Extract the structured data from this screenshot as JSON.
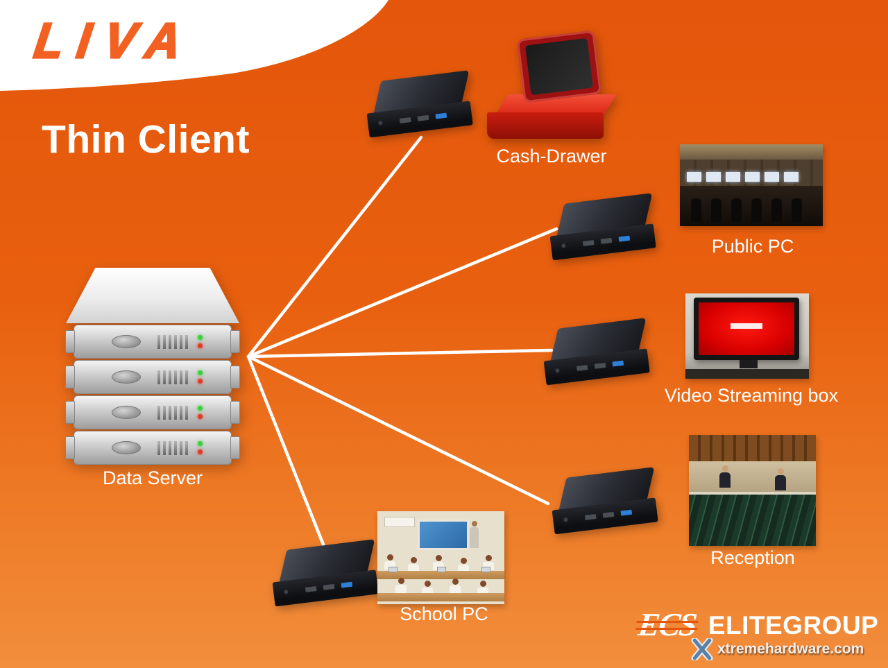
{
  "brand": {
    "logo_text": "LIVA"
  },
  "title": "Thin Client",
  "diagram": {
    "hub": {
      "label": "Data Server",
      "device": "server-stack"
    },
    "endpoints": [
      {
        "id": "cash_drawer",
        "label": "Cash-Drawer",
        "device": "liva-mini-pc"
      },
      {
        "id": "public_pc",
        "label": "Public PC",
        "device": "liva-mini-pc"
      },
      {
        "id": "video_streaming",
        "label": "Video Streaming box",
        "device": "liva-mini-pc"
      },
      {
        "id": "reception",
        "label": "Reception",
        "device": "liva-mini-pc"
      },
      {
        "id": "school_pc",
        "label": "School PC",
        "device": "liva-mini-pc"
      }
    ],
    "connections": [
      [
        "data_server",
        "cash_drawer"
      ],
      [
        "data_server",
        "public_pc"
      ],
      [
        "data_server",
        "video_streaming"
      ],
      [
        "data_server",
        "reception"
      ],
      [
        "data_server",
        "school_pc"
      ]
    ]
  },
  "footer": {
    "ecs_logo": "ECS",
    "elitegroup": "ELITEGROUP",
    "watermark": "xtremehardware.com"
  },
  "colors": {
    "background_top": "#E4560B",
    "background_bottom": "#F28E3C",
    "brand_orange": "#F26122",
    "connector": "#FFFFFF",
    "cash_drawer_red": "#CC1D10",
    "streaming_screen_red": "#FF1A10"
  }
}
